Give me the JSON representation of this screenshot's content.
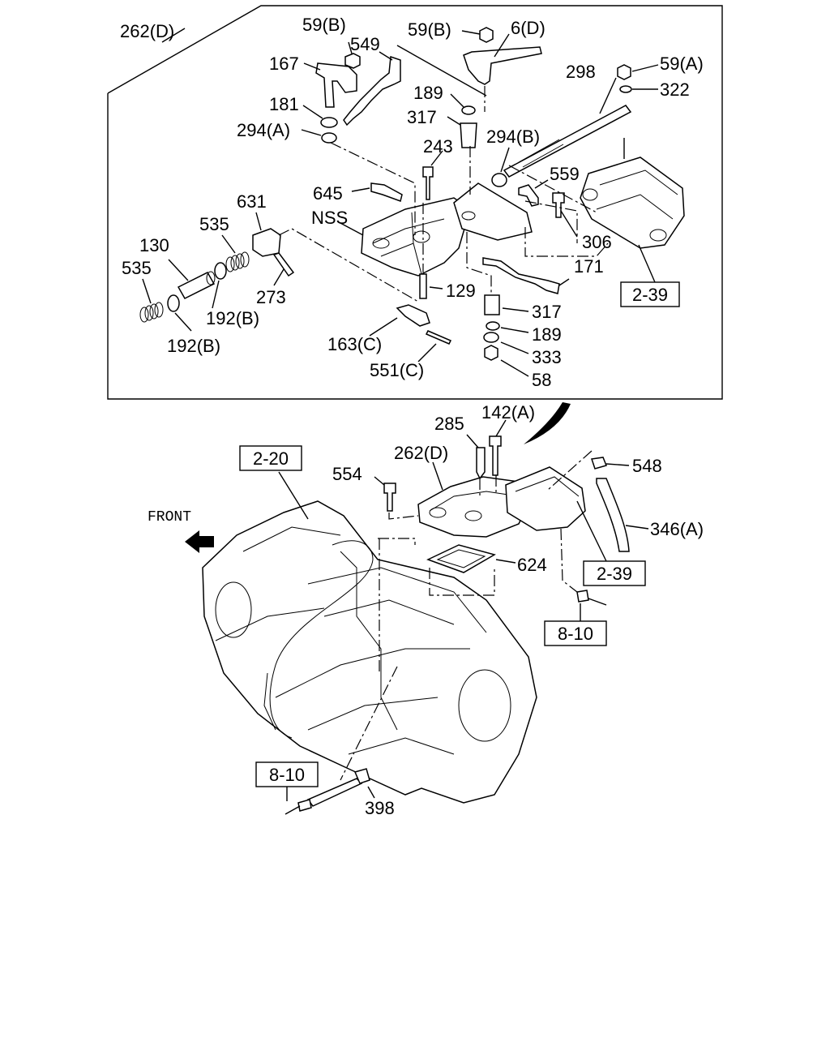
{
  "callouts": {
    "c262d_top": "262(D)",
    "c59b_1": "59(B)",
    "c549": "549",
    "c59b_2": "59(B)",
    "c6d": "6(D)",
    "c167": "167",
    "c298": "298",
    "c59a": "59(A)",
    "c322": "322",
    "c181": "181",
    "c189_top": "189",
    "c294a": "294(A)",
    "c317_top": "317",
    "c294b": "294(B)",
    "c243": "243",
    "c559": "559",
    "c645": "645",
    "c631": "631",
    "c535_1": "535",
    "cnss": "NSS",
    "c306": "306",
    "c130": "130",
    "c535_2": "535",
    "c171": "171",
    "c273": "273",
    "c129": "129",
    "c192b_1": "192(B)",
    "c317_bot": "317",
    "c192b_2": "192(B)",
    "c189_bot": "189",
    "c163c": "163(C)",
    "c333": "333",
    "c551c": "551(C)",
    "c58": "58",
    "c285": "285",
    "c142a": "142(A)",
    "c262d_mid": "262(D)",
    "c554": "554",
    "c548": "548",
    "c346a": "346(A)",
    "c624": "624",
    "c398": "398"
  },
  "refs": {
    "r2_39_top": "2-39",
    "r2_20": "2-20",
    "r2_39_mid": "2-39",
    "r8_10_right": "8-10",
    "r8_10_left": "8-10"
  },
  "front_label": "FRONT"
}
